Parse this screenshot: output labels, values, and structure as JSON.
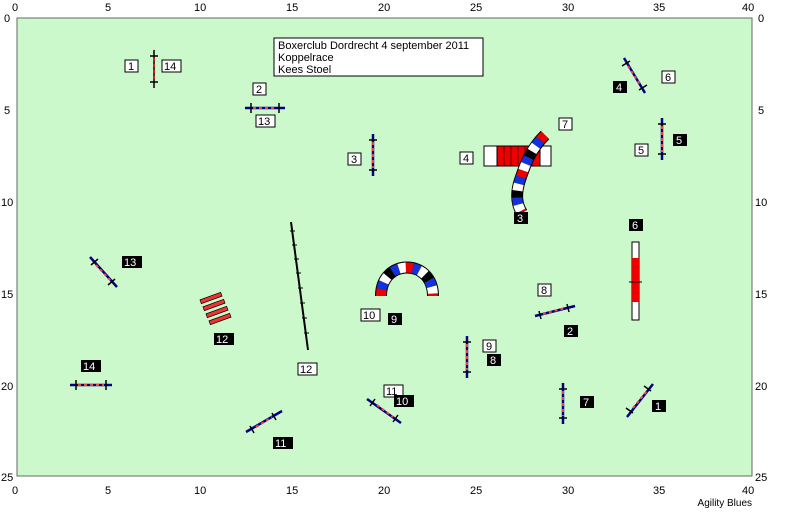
{
  "info_lines": [
    "Boxerclub Dordrecht 4 september 2011",
    "Koppelrace",
    "Kees Stoel"
  ],
  "footer": "Agility Blues",
  "axes": {
    "x_ticks": [
      "0",
      "5",
      "10",
      "15",
      "20",
      "25",
      "30",
      "35",
      "40"
    ],
    "y_ticks": [
      "0",
      "5",
      "10",
      "15",
      "20",
      "25"
    ]
  },
  "colors": {
    "field": "#ccf9cc",
    "course_a_label_bg": "#ffffff",
    "course_b_label_bg": "#000000",
    "tunnel_red": "#ee0000",
    "tunnel_blue": "#1133dd",
    "pole": "#000080"
  },
  "labels": {
    "course_a": [
      "1",
      "2",
      "3",
      "4",
      "5",
      "6",
      "7",
      "8",
      "9",
      "10",
      "11",
      "12",
      "13",
      "14"
    ],
    "course_b": [
      "1",
      "2",
      "3",
      "4",
      "5",
      "6",
      "7",
      "8",
      "9",
      "10",
      "11",
      "12",
      "13",
      "14"
    ]
  }
}
